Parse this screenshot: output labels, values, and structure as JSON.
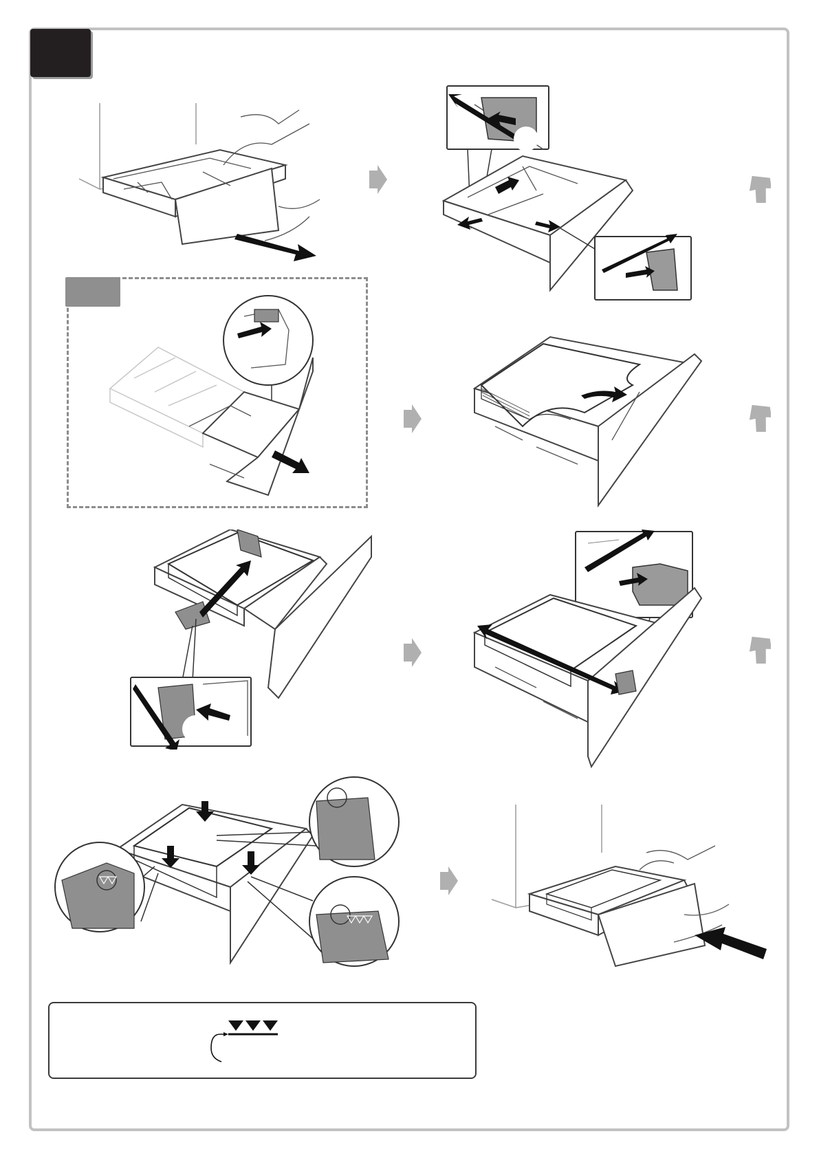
{
  "page": {
    "step_number": "",
    "note_tab_label": "",
    "bottom_note_text": ""
  },
  "panels": [
    {
      "id": "pull-out-tray",
      "icon": "tray-pull-out"
    },
    {
      "id": "adjust-guides",
      "icon": "guide-release"
    },
    {
      "id": "extend-tray-optional",
      "icon": "tray-extend"
    },
    {
      "id": "fan-paper",
      "icon": "paper-fan"
    },
    {
      "id": "load-paper-side-guide",
      "icon": "paper-side-guide"
    },
    {
      "id": "load-paper-rear-guide",
      "icon": "paper-rear-guide"
    },
    {
      "id": "check-max-fill",
      "icon": "max-fill-check"
    },
    {
      "id": "insert-tray",
      "icon": "tray-insert"
    }
  ],
  "colors": {
    "frame": "#c2c2c2",
    "step_block": "#231f20",
    "note_tab": "#8f8f8f",
    "flow_arrow": "#b0b0b0",
    "line": "#555555",
    "arrow_fill": "#111111"
  },
  "icons": {
    "flow_arrow": "arrow-right-icon",
    "flow_arrow_diag": "arrow-down-left-icon",
    "max_fill_mark": "max-fill-triangles-icon"
  }
}
